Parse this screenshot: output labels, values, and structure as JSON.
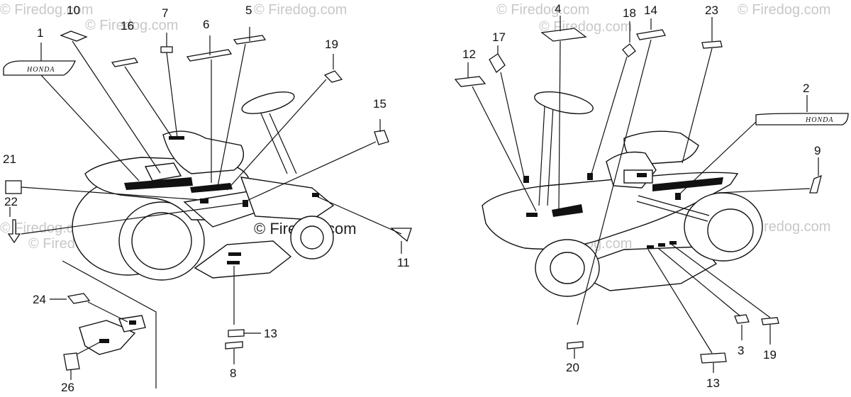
{
  "watermark": {
    "small": "© Firedog.com",
    "center": "© Firedog.com"
  },
  "brand_text": {
    "left_emblem": "HONDA",
    "right_emblem": "HONDA"
  },
  "callouts": [
    {
      "id": "c1",
      "label": "1"
    },
    {
      "id": "c2",
      "label": "2"
    },
    {
      "id": "c3",
      "label": "3"
    },
    {
      "id": "c4",
      "label": "4"
    },
    {
      "id": "c5",
      "label": "5"
    },
    {
      "id": "c6",
      "label": "6"
    },
    {
      "id": "c7",
      "label": "7"
    },
    {
      "id": "c8",
      "label": "8"
    },
    {
      "id": "c9",
      "label": "9"
    },
    {
      "id": "c10",
      "label": "10"
    },
    {
      "id": "c11",
      "label": "11"
    },
    {
      "id": "c12",
      "label": "12"
    },
    {
      "id": "c13a",
      "label": "13"
    },
    {
      "id": "c13b",
      "label": "13"
    },
    {
      "id": "c14",
      "label": "14"
    },
    {
      "id": "c15",
      "label": "15"
    },
    {
      "id": "c16",
      "label": "16"
    },
    {
      "id": "c17",
      "label": "17"
    },
    {
      "id": "c18",
      "label": "18"
    },
    {
      "id": "c19",
      "label": "19"
    },
    {
      "id": "c20",
      "label": "20"
    },
    {
      "id": "c21",
      "label": "21"
    },
    {
      "id": "c22",
      "label": "22"
    },
    {
      "id": "c23",
      "label": "23"
    },
    {
      "id": "c24",
      "label": "24"
    },
    {
      "id": "c25",
      "label": "25"
    },
    {
      "id": "c26",
      "label": "26"
    }
  ]
}
